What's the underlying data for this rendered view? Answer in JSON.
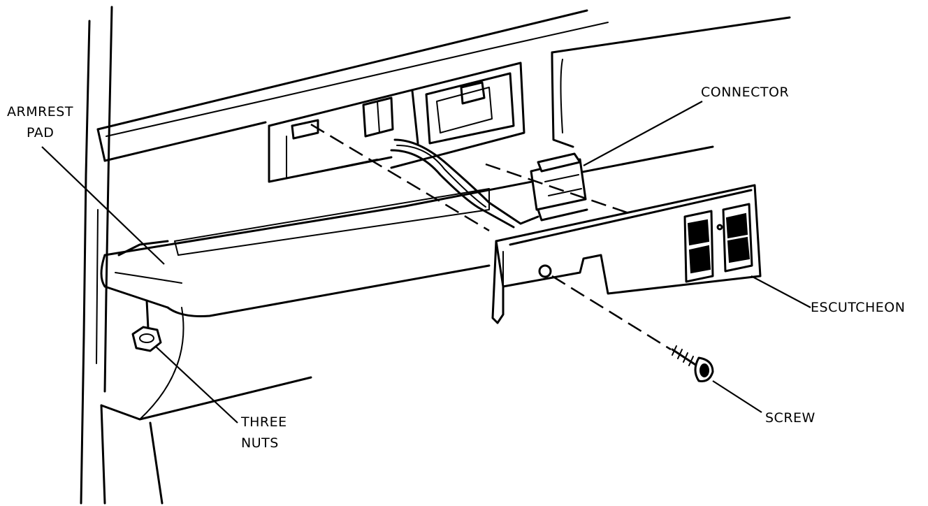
{
  "labels": {
    "armrest_pad_line1": "ARMREST",
    "armrest_pad_line2": "PAD",
    "connector": "CONNECTOR",
    "escutcheon": "ESCUTCHEON",
    "screw": "SCREW",
    "three_nuts_line1": "THREE",
    "three_nuts_line2": "NUTS"
  },
  "colors": {
    "ink": "#000000",
    "paper": "#ffffff"
  }
}
